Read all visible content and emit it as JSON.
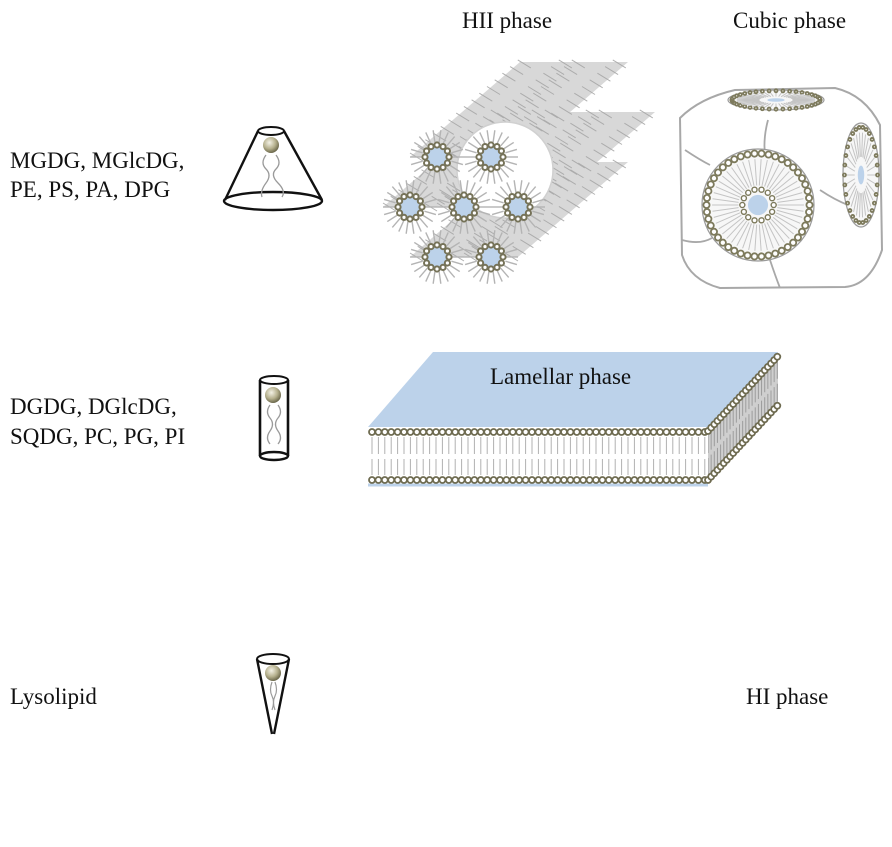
{
  "phases": {
    "hii": "HII phase",
    "cubic": "Cubic phase",
    "lamellar": "Lamellar phase",
    "hi": "HI phase"
  },
  "lipid_groups": {
    "cone": {
      "line1": "MGDG, MGlcDG,",
      "line2": "PE, PS, PA, DPG"
    },
    "cylinder": {
      "line1": "DGDG, DGlcDG,",
      "line2": "SQDG, PC, PG, PI"
    },
    "inverted_cone": {
      "line1": "Lysolipid"
    }
  },
  "colors": {
    "headgroup": "#7d7a5c",
    "tail": "#b8b8b8",
    "water": "#bcd2ea",
    "outline": "#111111"
  }
}
